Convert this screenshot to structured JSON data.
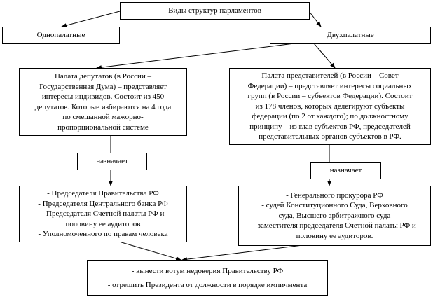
{
  "root": "Виды структур парламентов",
  "unicameral": "Однопалатные",
  "bicameral": "Двухпалатные",
  "lower_house": [
    "Палата депутатов (в России –",
    "Государственная Дума) – представляет",
    "интересы индивидов. Состоит из 450",
    "депутатов. Которые избираются на 4 года",
    "по смешанной мажорно-",
    "пропорциональной системе"
  ],
  "upper_house": [
    "Палата представителей (в России – Совет",
    "Федерации) – представляет интересы социальных",
    "групп (в России – субъектов Федерации). Состоит",
    "из 178 членов, которых делегируют субъекты",
    "федерации (по 2 от каждого); по должностному",
    "принципу – из глав субъектов РФ, председателей",
    "представительных органов субъектов в РФ."
  ],
  "appoints_left": "назначает",
  "appoints_right": "назначает",
  "lower_appoints": [
    "- Председателя Правительства РФ",
    "- Председателя Центрального банка РФ",
    "- Председателя Счетной палаты РФ и",
    "половину ее аудиторов",
    "- Уполномоченного по правам человека"
  ],
  "upper_appoints": [
    "- Генерального прокурора РФ",
    "- судей Конституционного Суда, Верховного",
    "суда, Высшего арбитражного суда",
    "- заместителя председателя Счетной палаты РФ и",
    "половину ее аудиторов."
  ],
  "joint_powers": [
    "- вынести вотум недоверия Правительству РФ",
    "- отрешить Президента от должности в порядке импичмента"
  ]
}
